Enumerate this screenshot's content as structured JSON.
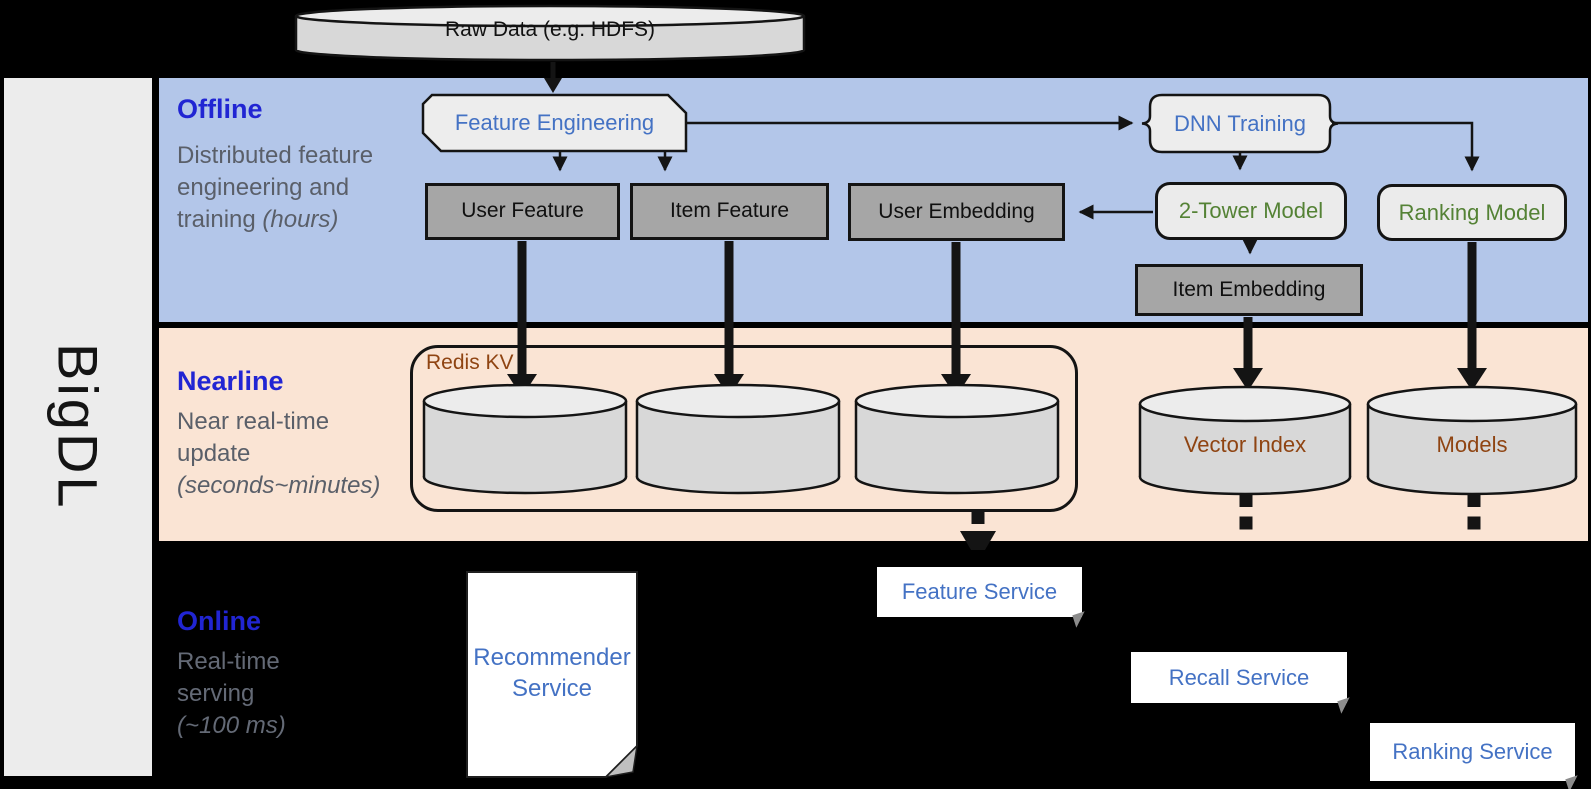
{
  "brand": "BigDL",
  "raw_data_label": "Raw Data (e.g. HDFS)",
  "sections": {
    "offline": {
      "title": "Offline",
      "desc": "Distributed feature engineering and training",
      "desc_italic": "(hours)"
    },
    "nearline": {
      "title": "Nearline",
      "desc": "Near real-time update",
      "desc_italic": "(seconds~minutes)"
    },
    "online": {
      "title": "Online",
      "desc": "Real-time serving",
      "desc_italic": "(~100 ms)"
    }
  },
  "nodes": {
    "feature_engineering": "Feature Engineering",
    "dnn_training": "DNN Training",
    "user_feature": "User Feature",
    "item_feature": "Item Feature",
    "user_embedding": "User Embedding",
    "two_tower_model": "2-Tower Model",
    "ranking_model": "Ranking Model",
    "item_embedding": "Item Embedding",
    "redis_kv": "Redis KV",
    "vector_index": "Vector Index",
    "models": "Models",
    "recommender_service": "Recommender Service",
    "feature_service": "Feature Service",
    "recall_service": "Recall Service",
    "ranking_service": "Ranking Service"
  },
  "colors": {
    "background": "#000000",
    "offline_band": "#b3c6e9",
    "nearline_band": "#fae4d4",
    "sidebar": "#ececec",
    "section_title_blue": "#2125d3",
    "section_desc_gray": "#5a5f69",
    "node_text_blue": "#4472c4",
    "node_text_green": "#548235",
    "node_text_brown": "#8f4412",
    "dark_box_fill": "#a6a6a6",
    "light_box_fill": "#ebebeb",
    "cylinder_fill": "#d8d8d8"
  }
}
